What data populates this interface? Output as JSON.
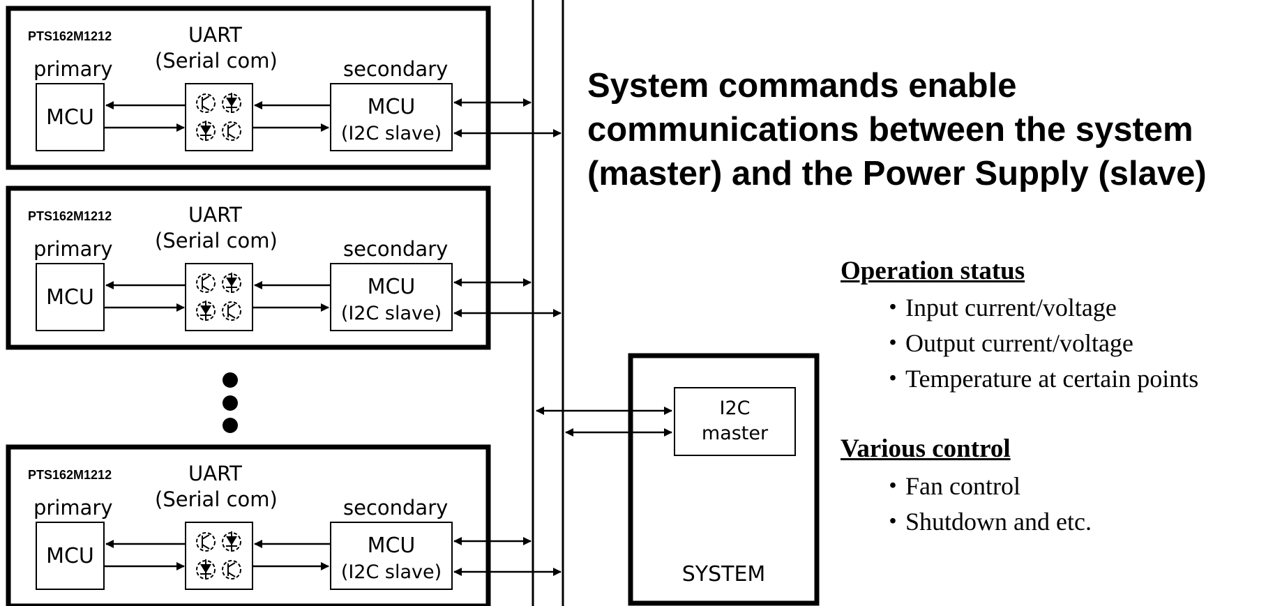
{
  "units": [
    {
      "model": "PTS162M1212",
      "uart": "UART",
      "serial": "(Serial com)",
      "primary": "primary",
      "secondary": "secondary",
      "mcu_primary": "MCU",
      "mcu_secondary": "MCU",
      "slave": "(I2C slave)"
    },
    {
      "model": "PTS162M1212",
      "uart": "UART",
      "serial": "(Serial com)",
      "primary": "primary",
      "secondary": "secondary",
      "mcu_primary": "MCU",
      "mcu_secondary": "MCU",
      "slave": "(I2C slave)"
    },
    {
      "model": "PTS162M1212",
      "uart": "UART",
      "serial": "(Serial com)",
      "primary": "primary",
      "secondary": "secondary",
      "mcu_primary": "MCU",
      "mcu_secondary": "MCU",
      "slave": "(I2C slave)"
    }
  ],
  "system": {
    "label": "SYSTEM",
    "master_line1": "I2C",
    "master_line2": "master"
  },
  "headline": {
    "line1": "System commands enable",
    "line2": "communications between the system",
    "line3": "(master) and the Power Supply (slave)"
  },
  "operation": {
    "title": "Operation status",
    "items": [
      "・Input current/voltage",
      "・Output current/voltage",
      "・Temperature at certain points"
    ]
  },
  "control": {
    "title": "Various control",
    "items": [
      "・Fan control",
      "・Shutdown and etc."
    ]
  }
}
